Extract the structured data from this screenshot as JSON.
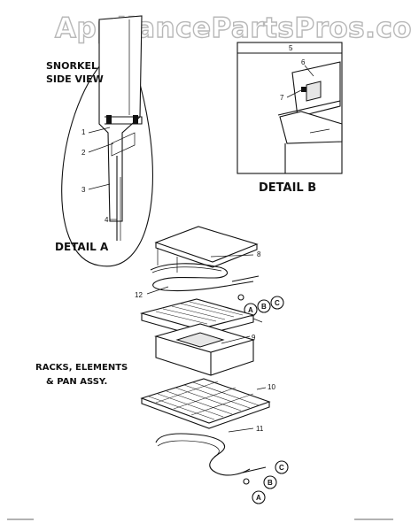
{
  "watermark": "AppliancePartsPros.com",
  "labels": {
    "snorkel_line1": "SNORKEL",
    "snorkel_line2": "SIDE VIEW",
    "detail_a": "DETAIL A",
    "detail_b": "DETAIL B",
    "racks_line1": "RACKS, ELEMENTS",
    "racks_line2": "& PAN ASSY."
  },
  "callouts": {
    "n1": "1",
    "n2": "2",
    "n3": "3",
    "n4": "4",
    "n5": "5",
    "n6": "6",
    "n7": "7",
    "n8": "8",
    "n9": "9",
    "n10": "10",
    "n11": "11",
    "n12": "12"
  },
  "circle_letters": {
    "a": "A",
    "b": "B",
    "c": "C"
  }
}
